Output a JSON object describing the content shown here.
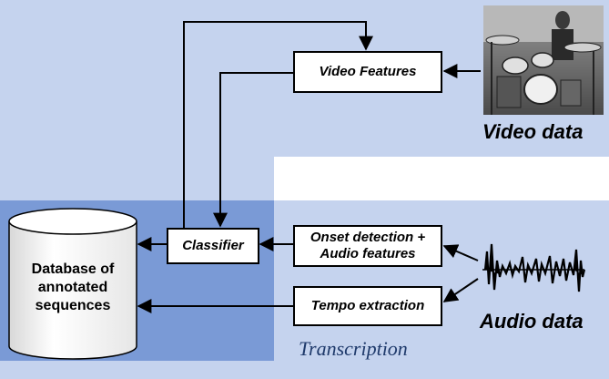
{
  "colors": {
    "light_blue": "#c5d3ee",
    "dark_blue": "#7a9ad6",
    "caption": "#1f3a6b"
  },
  "nodes": {
    "video_features": "Video Features",
    "classifier": "Classifier",
    "onset_line1": "Onset detection +",
    "onset_line2": "Audio features",
    "tempo": "Tempo extraction",
    "database_line1": "Database of",
    "database_line2": "annotated",
    "database_line3": "sequences"
  },
  "labels": {
    "video_data": "Video data",
    "audio_data": "Audio data",
    "transcription": "Transcription"
  }
}
